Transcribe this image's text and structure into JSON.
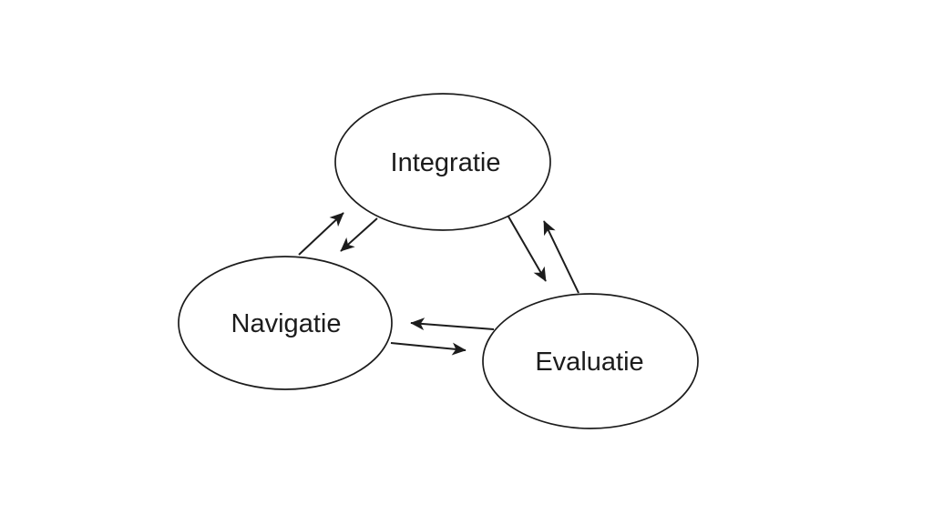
{
  "colors": {
    "background": "#ffffff",
    "stroke": "#1c1c1c",
    "node_fill": "#ffffff",
    "text": "#1c1c1c"
  },
  "diagram": {
    "type": "cycle-diagram",
    "nodes": [
      {
        "id": "integratie",
        "label": "Integratie"
      },
      {
        "id": "navigatie",
        "label": "Navigatie"
      },
      {
        "id": "evaluatie",
        "label": "Evaluatie"
      }
    ],
    "edges": [
      {
        "from": "Navigatie",
        "to": "Integratie",
        "style": "arrow"
      },
      {
        "from": "Integratie",
        "to": "Navigatie",
        "style": "arrow"
      },
      {
        "from": "Integratie",
        "to": "Evaluatie",
        "style": "arrow"
      },
      {
        "from": "Evaluatie",
        "to": "Integratie",
        "style": "arrow"
      },
      {
        "from": "Evaluatie",
        "to": "Navigatie",
        "style": "arrow"
      },
      {
        "from": "Navigatie",
        "to": "Evaluatie",
        "style": "arrow"
      }
    ]
  }
}
